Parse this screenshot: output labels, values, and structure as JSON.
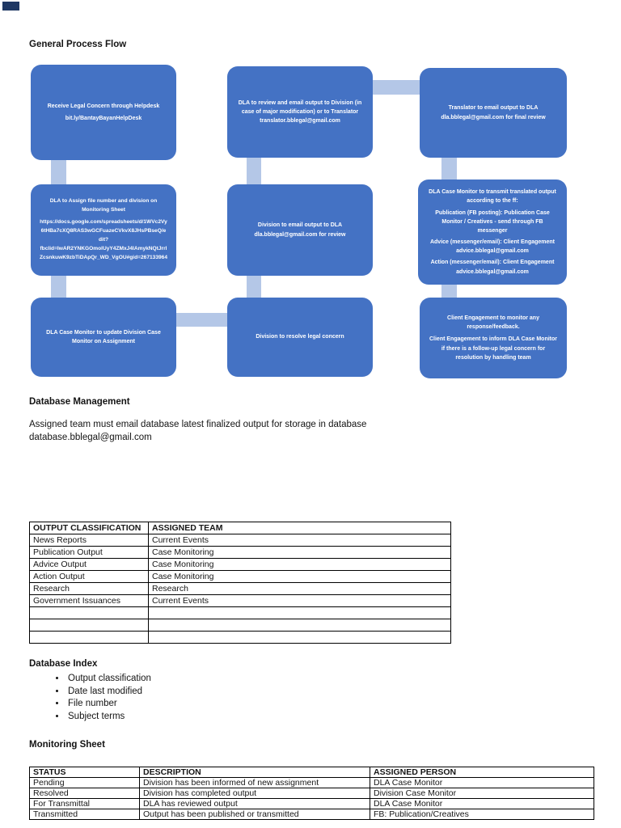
{
  "colors": {
    "flow_box": "#4472C4",
    "flow_connector": "#B4C7E7",
    "corner_marker": "#1F3864"
  },
  "flow": {
    "title": "General Process Flow",
    "boxes": [
      {
        "lines": [
          "Receive Legal Concern through Helpdesk",
          "bit.ly/BantayBayanHelpDesk"
        ]
      },
      {
        "lines": [
          "DLA to Assign file number and division on Monitoring Sheet",
          "https://docs.google.com/spreadsheets/d/1WVc2Vy6tHBa7cXQ8RAS3wGCFuazeCVkvX8JHsPBseQ/edit?fbclid=IwAR2YNKGOmoIUyY4ZMxJ4IAmykNQtJrrlZcsnkuwK9zbTiDApQr_WD_VgOU#gid=267133964"
        ]
      },
      {
        "lines": [
          "DLA Case Monitor to update Division Case Monitor on Assignment"
        ]
      },
      {
        "lines": [
          "DLA to review and email output to Division (in case of major modification) or to Translator translator.bblegal@gmail.com"
        ]
      },
      {
        "lines": [
          "Division to email output to DLA dla.bblegal@gmail.com for review"
        ]
      },
      {
        "lines": [
          "Division to resolve legal concern"
        ]
      },
      {
        "lines": [
          "Translator to email output to DLA dla.bblegal@gmail.com for final review"
        ]
      },
      {
        "lines": [
          "DLA Case Monitor to transmit translated output according to the ff:",
          "Publication (FB posting): Publication Case Monitor / Creatives - send through FB messenger",
          "Advice (messenger/email): Client Engagement advice.bblegal@gmail.com",
          "Action (messenger/email): Client Engagement advice.bblegal@gmail.com"
        ]
      },
      {
        "lines": [
          "Client Engagement to monitor any response/feedback.",
          "Client Engagement to inform DLA Case Monitor if there is a follow-up legal concern for resolution by handling team"
        ]
      }
    ]
  },
  "database_management": {
    "title": "Database Management",
    "lines": [
      "Assigned team must email database latest finalized output for storage in database",
      "database.bblegal@gmail.com"
    ]
  },
  "tables": {
    "classification": {
      "headers": [
        "OUTPUT CLASSIFICATION",
        "ASSIGNED TEAM"
      ],
      "rows": [
        [
          "News Reports",
          "Current Events"
        ],
        [
          "Publication Output",
          "Case Monitoring"
        ],
        [
          "Advice Output",
          "Case Monitoring"
        ],
        [
          "Action Output",
          "Case Monitoring"
        ],
        [
          "Research",
          "Research"
        ],
        [
          "Government Issuances",
          "Current Events"
        ],
        [
          "",
          ""
        ],
        [
          "",
          ""
        ],
        [
          "",
          ""
        ]
      ]
    },
    "monitoring": {
      "headers": [
        "STATUS",
        "DESCRIPTION",
        "ASSIGNED PERSON"
      ],
      "rows": [
        [
          "Pending",
          "Division has been informed of new assignment",
          "DLA Case Monitor"
        ],
        [
          "Resolved",
          "Division has completed output",
          "Division Case Monitor"
        ],
        [
          "For Transmittal",
          "DLA has reviewed output",
          "DLA Case Monitor"
        ],
        [
          "Transmitted",
          "Output has been published or transmitted",
          "FB: Publication/Creatives"
        ]
      ]
    }
  },
  "database_index": {
    "title": "Database Index",
    "bullets": [
      "Output classification",
      "Date last modified",
      "File number",
      "Subject terms"
    ]
  },
  "monitoring_sheet": {
    "title": "Monitoring Sheet"
  }
}
